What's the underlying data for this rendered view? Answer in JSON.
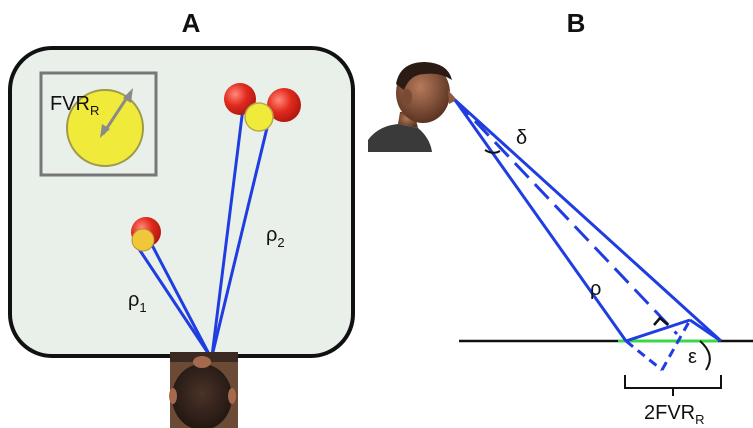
{
  "panel_a": {
    "letter": "A",
    "legend_label": "FVR",
    "legend_sub": "R",
    "rho1": "ρ",
    "rho1_sub": "1",
    "rho2": "ρ",
    "rho2_sub": "2"
  },
  "panel_b": {
    "letter": "B",
    "delta": "δ",
    "rho": "ρ",
    "epsilon": "ε",
    "bracket_label": "2FVR",
    "bracket_sub": "R"
  },
  "colors": {
    "room_fill": "#e9f0ea",
    "line_blue": "#1f3de0",
    "target_red": "#e22a1e",
    "fovea_yellow": "#f0ea3a",
    "floor_green": "#39d84a"
  },
  "icons": {
    "head_top": "person-head-top-view-icon",
    "head_profile": "person-head-profile-icon"
  }
}
